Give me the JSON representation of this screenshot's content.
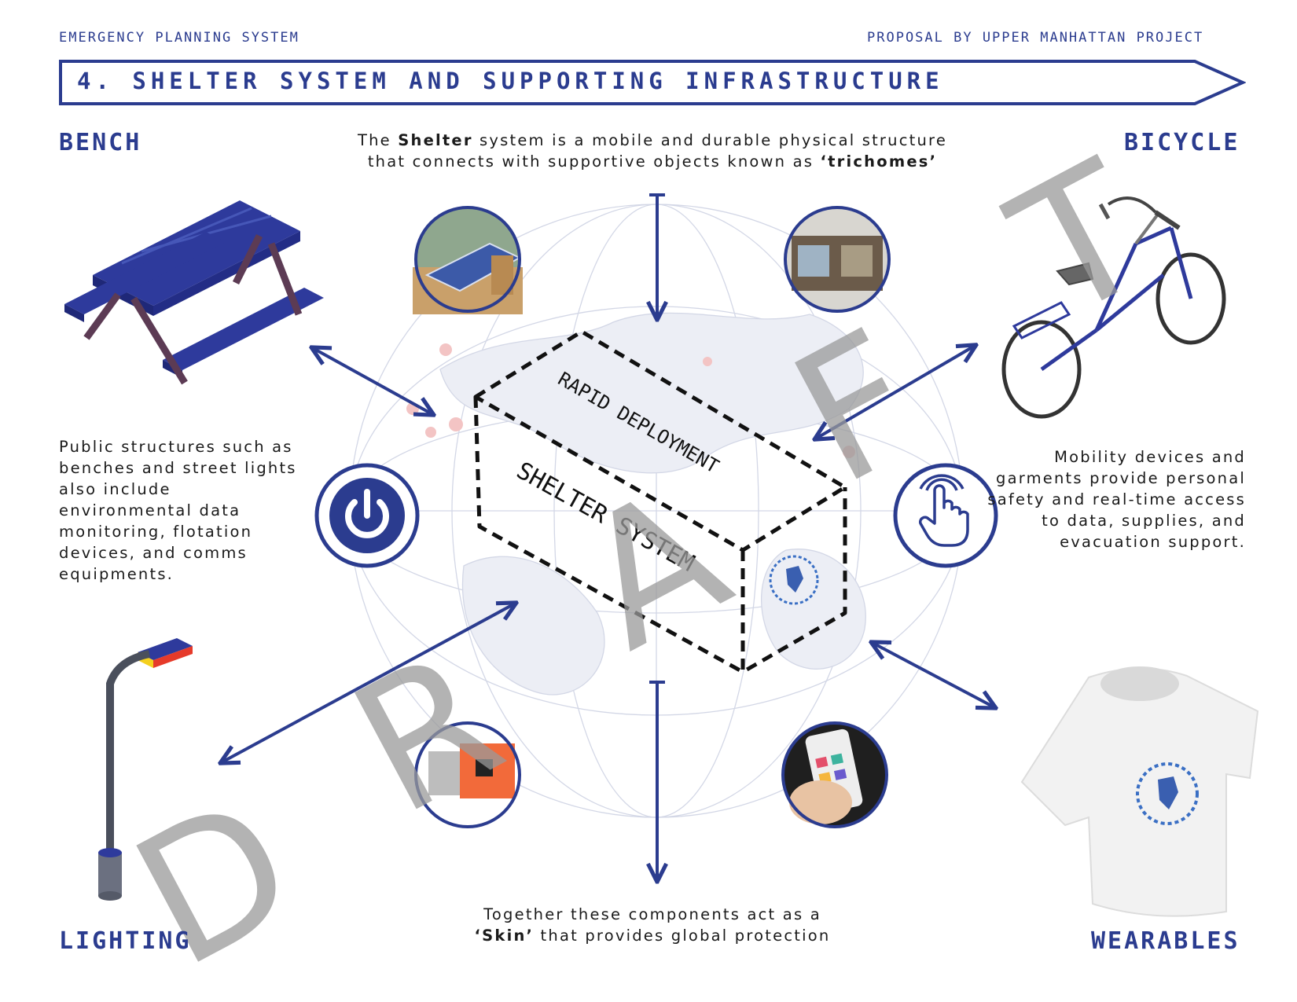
{
  "header": {
    "left": "EMERGENCY PLANNING SYSTEM",
    "right": "PROPOSAL BY UPPER MANHATTAN PROJECT",
    "banner_title": "4. SHELTER SYSTEM AND SUPPORTING INFRASTRUCTURE"
  },
  "categories": {
    "bench": "BENCH",
    "bicycle": "BICYCLE",
    "lighting": "LIGHTING",
    "wearables": "WEARABLES"
  },
  "intro": {
    "prefix": "The ",
    "bold1": "Shelter",
    "middle": " system is a mobile and durable physical structure that connects with supportive objects known as ",
    "bold2": "‘trichomes’"
  },
  "outro": {
    "line1": "Together these components act as a",
    "bold": "‘Skin’",
    "line2": " that provides global protection"
  },
  "left_text": "Public structures such as benches and street lights also include environmental data monitoring, flotation devices, and comms equipments.",
  "right_text": "Mobility devices and garments provide personal safety and real-time access to data, supplies, and evacuation support.",
  "box": {
    "top_label": "RAPID DEPLOYMENT",
    "front_label": "SHELTER SYSTEM"
  },
  "watermark": "DRAFT",
  "colors": {
    "accent": "#2b3c8f",
    "watermark": "#9a9a9a",
    "globe": "#c9cde0"
  },
  "icons": [
    "solar-shelter-photo",
    "kiosk-photo",
    "power-icon",
    "touch-hand-icon",
    "circuit-board-photo",
    "smartphone-photo",
    "un-emblem-icon"
  ]
}
